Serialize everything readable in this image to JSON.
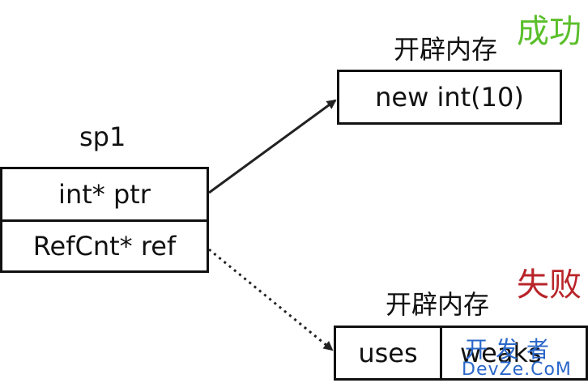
{
  "sp1_label": "sp1",
  "sp1_box": {
    "ptr_field": "int* ptr",
    "ref_field": "RefCnt* ref"
  },
  "top": {
    "status": "成功",
    "caption": "开辟内存",
    "content": "new int(10)"
  },
  "bottom": {
    "status": "失败",
    "caption": "开辟内存",
    "field_uses": "uses",
    "field_weaks": "weaks"
  },
  "watermark": {
    "cn": "开发者",
    "en": "DevZe.CoM"
  },
  "colors": {
    "success": "#5bbf2b",
    "fail": "#b8252a",
    "watermark": "#2b67c9"
  }
}
